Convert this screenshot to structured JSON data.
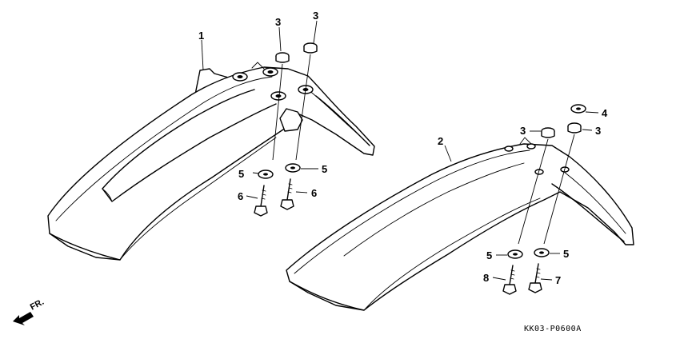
{
  "diagram": {
    "code": "KK03-P0600A",
    "direction_label": "FR.",
    "callouts": {
      "c1": "1",
      "c2": "2",
      "c3a": "3",
      "c3b": "3",
      "c3c": "3",
      "c3d": "3",
      "c4": "4",
      "c5a": "5",
      "c5b": "5",
      "c5c": "5",
      "c5d": "5",
      "c6a": "6",
      "c6b": "6",
      "c7": "7",
      "c8": "8"
    }
  }
}
